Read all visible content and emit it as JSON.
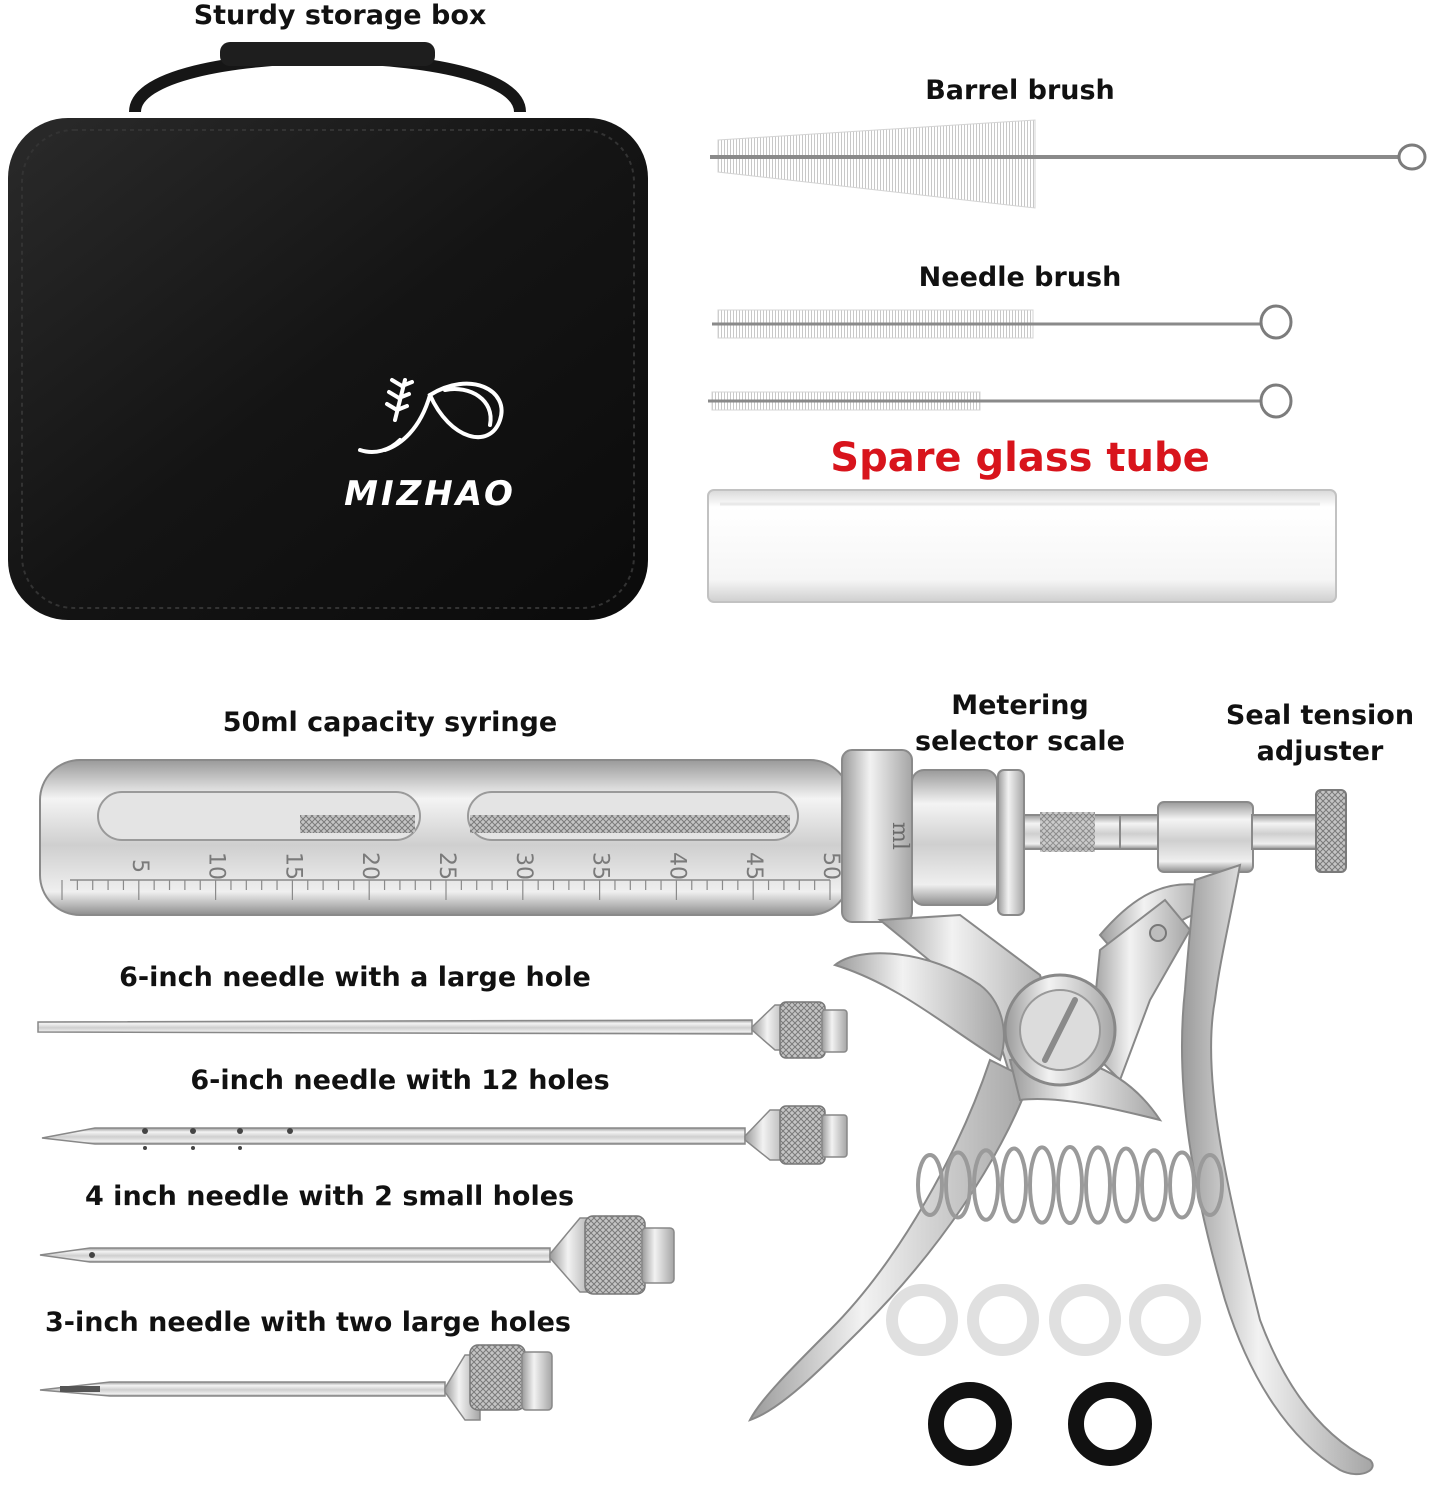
{
  "labels": {
    "storage_box": "Sturdy storage box",
    "barrel_brush": "Barrel brush",
    "needle_brush": "Needle brush",
    "spare_glass_tube": "Spare glass tube",
    "syringe": "50ml capacity syringe",
    "metering_selector": "Metering\nselector scale",
    "seal_tension": "Seal tension\nadjuster",
    "needle_large_hole": "6-inch needle with a large hole",
    "needle_12_holes": "6-inch needle with 12 holes",
    "needle_2_small_holes": "4 inch needle with 2 small holes",
    "needle_two_large_holes": "3-inch needle with two large holes"
  },
  "case": {
    "brand": "MIZHAO"
  },
  "syringe": {
    "scale_numbers": [
      "5",
      "10",
      "15",
      "20",
      "25",
      "30",
      "35",
      "40",
      "45",
      "50"
    ],
    "unit": "ml"
  },
  "colors": {
    "highlight_red": "#d8141c",
    "case_black": "#151515",
    "steel": "#c9c9c9"
  }
}
